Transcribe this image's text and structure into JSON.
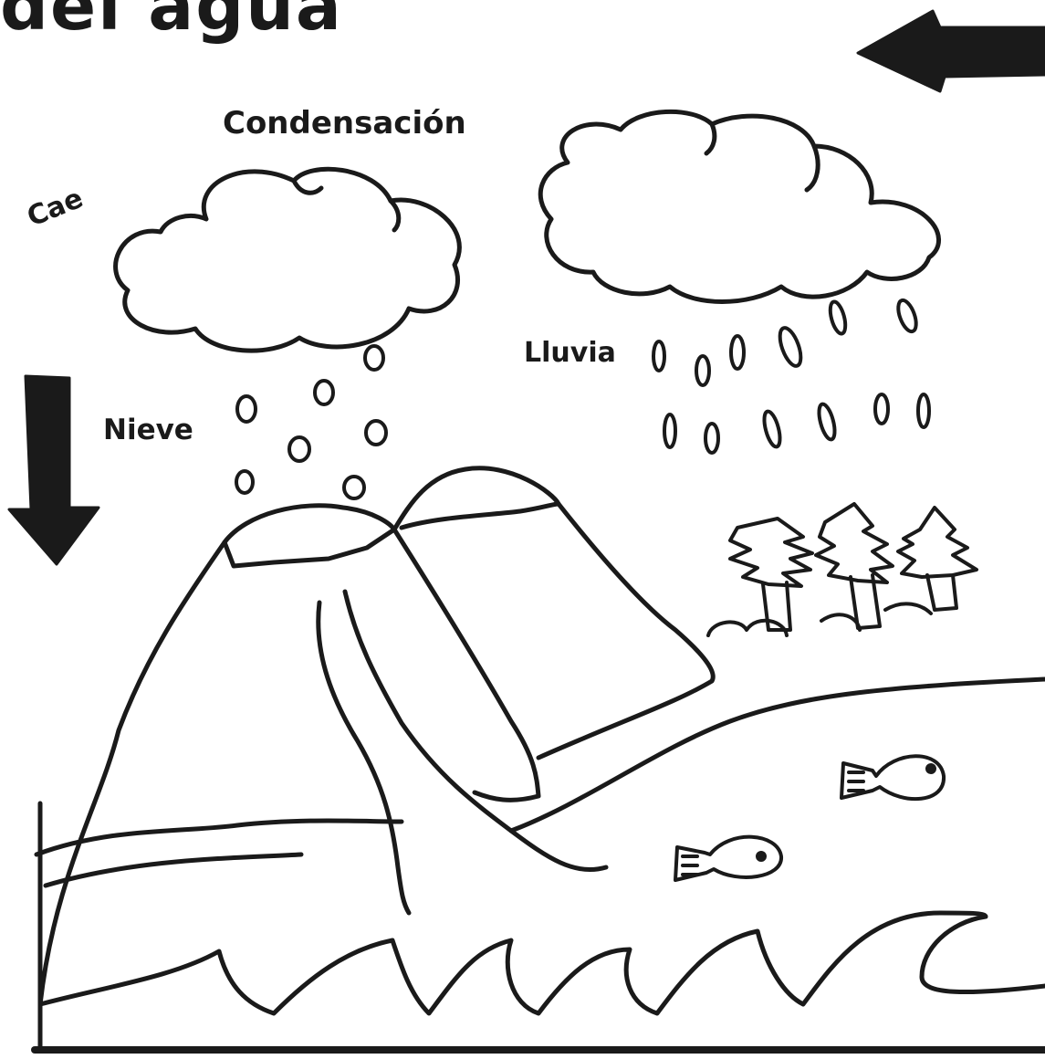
{
  "diagram": {
    "title": "del agua",
    "labels": {
      "condensation": "Condensación",
      "falls": "Cae",
      "snow": "Nieve",
      "rain": "Lluvia"
    },
    "colors": {
      "ink": "#1a1a1a",
      "paper": "#ffffff"
    }
  }
}
